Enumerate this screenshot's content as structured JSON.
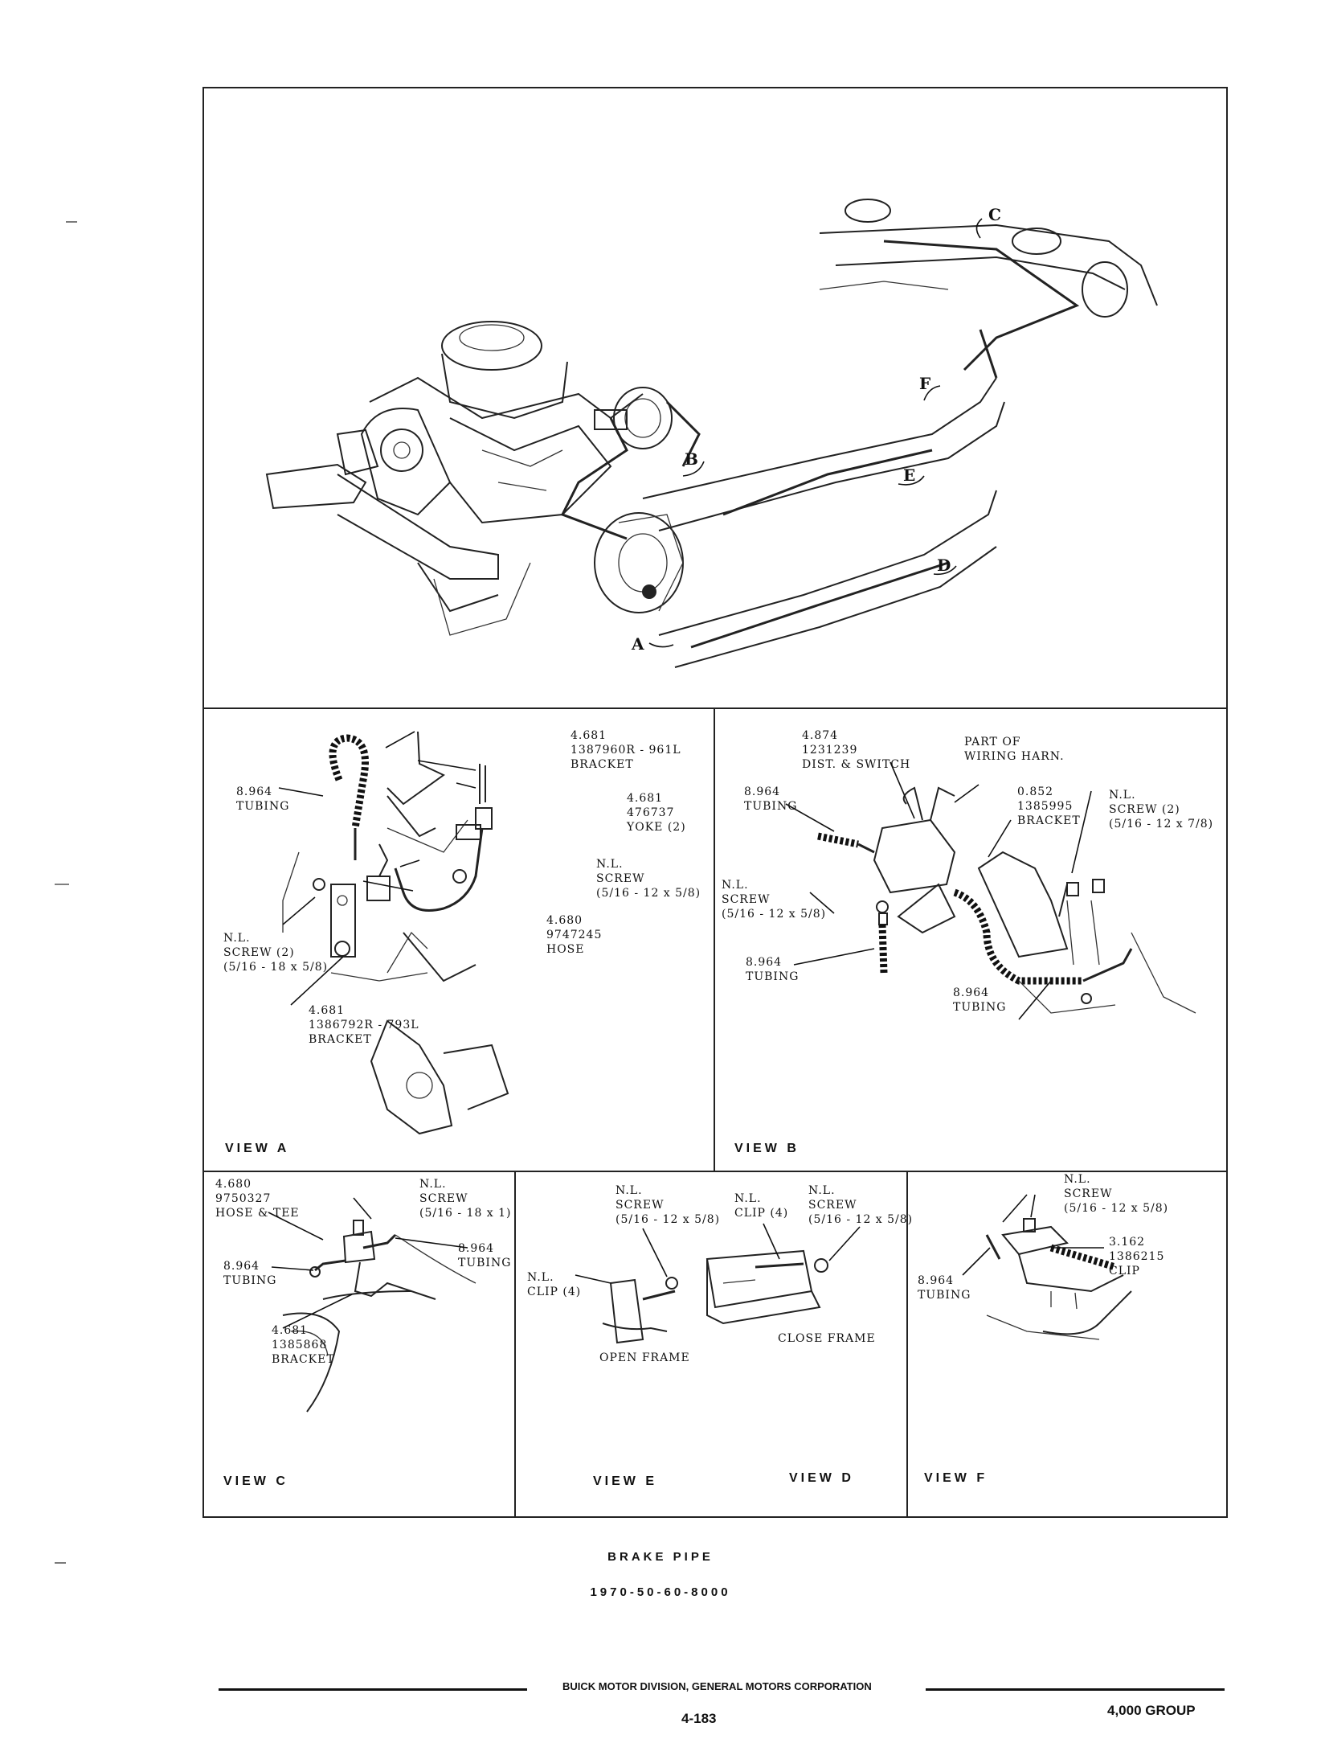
{
  "figure": {
    "caption_title": "BRAKE PIPE",
    "caption_code": "1970-50-60-8000"
  },
  "overview": {
    "callouts": [
      "C",
      "F",
      "B",
      "E",
      "D",
      "A"
    ]
  },
  "view_a": {
    "title": "VIEW A",
    "labels": {
      "tubing": "8.964\nTUBING",
      "bracket_top": "4.681\n1387960R - 961L\nBRACKET",
      "yoke": "4.681\n476737\nYOKE (2)",
      "screw_right": "N.L.\nSCREW\n(5/16 - 12 x 5/8)",
      "hose": "4.680\n9747245\nHOSE",
      "screw_left": "N.L.\nSCREW (2)\n(5/16 - 18 x 5/8)",
      "bracket_bottom": "4.681\n1386792R - 793L\nBRACKET"
    }
  },
  "view_b": {
    "title": "VIEW B",
    "labels": {
      "dist_switch": "4.874\n1231239\nDIST. & SWITCH",
      "wiring": "PART OF\nWIRING HARN.",
      "tubing_top": "8.964\nTUBING",
      "bracket": "0.852\n1385995\nBRACKET",
      "screw_2": "N.L.\nSCREW (2)\n(5/16 - 12 x 7/8)",
      "screw": "N.L.\nSCREW\n(5/16 - 12 x 5/8)",
      "tubing_bottom_left": "8.964\nTUBING",
      "tubing_bottom_right": "8.964\nTUBING"
    }
  },
  "view_c": {
    "title": "VIEW C",
    "labels": {
      "hose_tee": "4.680\n9750327\nHOSE & TEE",
      "screw": "N.L.\nSCREW\n(5/16 - 18 x 1)",
      "tubing_right": "8.964\nTUBING",
      "tubing_left": "8.964\nTUBING",
      "bracket": "4.681\n1385868\nBRACKET"
    }
  },
  "view_ed": {
    "title_e": "VIEW E",
    "title_d": "VIEW D",
    "labels": {
      "screw_e": "N.L.\nSCREW\n(5/16 - 12 x 5/8)",
      "clip_d": "N.L.\nCLIP (4)",
      "screw_d": "N.L.\nSCREW\n(5/16 - 12 x 5/8)",
      "clip_e": "N.L.\nCLIP (4)",
      "open_frame": "OPEN FRAME",
      "close_frame": "CLOSE FRAME"
    }
  },
  "view_f": {
    "title": "VIEW F",
    "labels": {
      "screw": "N.L.\nSCREW\n(5/16 - 12 x 5/8)",
      "clip": "3.162\n1386215\nCLIP",
      "tubing": "8.964\nTUBING"
    }
  },
  "footer": {
    "division": "BUICK MOTOR DIVISION, GENERAL MOTORS CORPORATION",
    "page": "4-183",
    "group": "4,000 GROUP"
  }
}
